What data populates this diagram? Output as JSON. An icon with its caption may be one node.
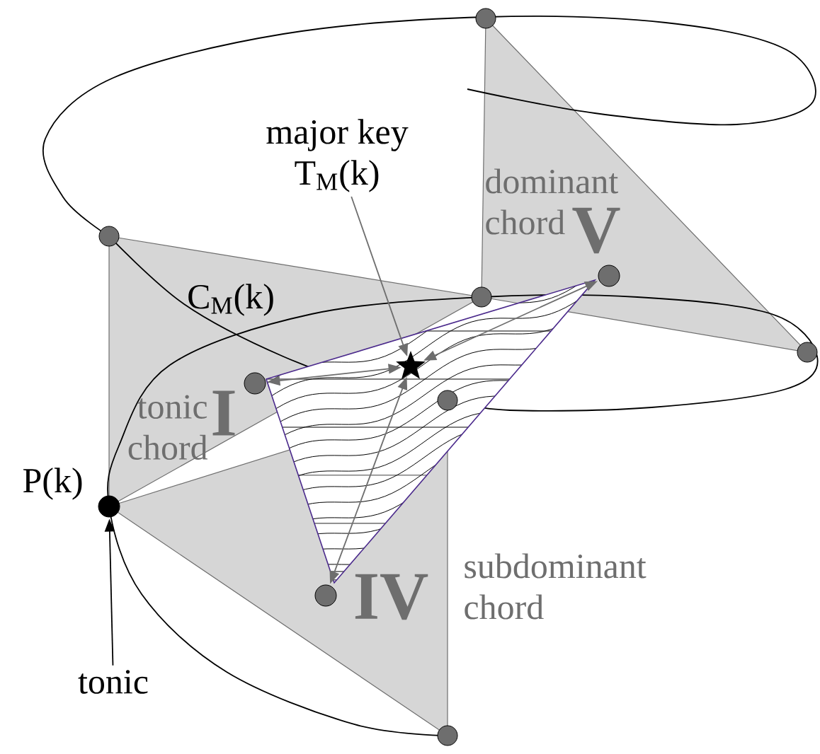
{
  "diagram": {
    "nodes": [
      {
        "text": [
          "major key",
          "T$_{M}$(k)"
        ]
      },
      {
        "text": [],
        "shape": "star"
      },
      {
        "text": [],
        "shape": "circle",
        "beside": [
          "P(k)"
        ]
      },
      {
        "text": [
          "tonic"
        ]
      },
      {
        "text": [],
        "shape": "circle",
        "beside": [
          "tonic chord",
          "I"
        ]
      },
      {
        "text": [],
        "shape": "circle",
        "beside": [
          "dominant chord",
          "V"
        ]
      },
      {
        "text": [],
        "shape": "circle",
        "beside": [
          "IV",
          "subdominant chord"
        ]
      }
    ],
    "edges": [
      {
        "from": 0,
        "to": 1,
        "arrow": "to"
      },
      {
        "from": 3,
        "to": 2,
        "arrow": "to",
        "color": "#000000"
      },
      {
        "from": 1,
        "to": 4,
        "arrow": "both"
      },
      {
        "from": 1,
        "to": 5,
        "arrow": "both"
      },
      {
        "from": 1,
        "to": 6,
        "arrow": "both"
      }
    ],
    "labels": [
      "C$_{M}$(k)"
    ]
  }
}
